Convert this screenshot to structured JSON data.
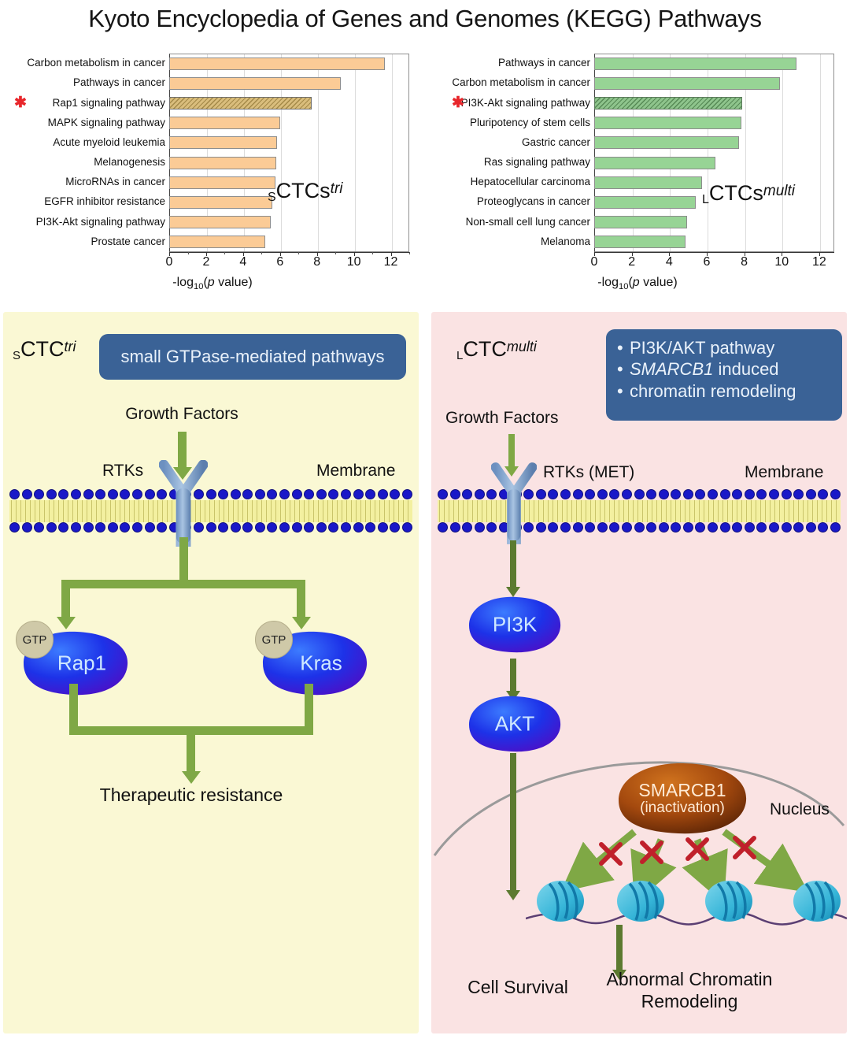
{
  "figure": {
    "title": "Kyoto Encyclopedia of Genes and Genomes (KEGG) Pathways"
  },
  "chart_data": [
    {
      "type": "bar",
      "orientation": "horizontal",
      "id": "sCTCs-tri",
      "title": "",
      "annotation": "sCTCs tri",
      "annotation_pre": "S",
      "annotation_main": "CTCs",
      "annotation_sup": "tri",
      "xlabel": "-log10(p value)",
      "ylabel": "",
      "xlim": [
        0,
        13
      ],
      "xticks": [
        0,
        2,
        4,
        6,
        8,
        10,
        12
      ],
      "grid": true,
      "bar_color": "#FBCB96",
      "highlight_color": "#D9BD7C",
      "star_color": "#E8262B",
      "categories": [
        "Carbon metabolism in cancer",
        "Pathways in cancer",
        "Rap1 signaling pathway",
        "MAPK signaling pathway",
        "Acute myeloid leukemia",
        "Melanogenesis",
        "MicroRNAs in cancer",
        "EGFR inhibitor resistance",
        "PI3K-Akt signaling pathway",
        "Prostate cancer"
      ],
      "values": [
        11.7,
        9.3,
        7.7,
        6.0,
        5.85,
        5.8,
        5.75,
        5.6,
        5.5,
        5.2
      ],
      "starred": [
        false,
        false,
        true,
        false,
        false,
        false,
        false,
        false,
        false,
        false
      ],
      "hatched": [
        false,
        false,
        true,
        false,
        false,
        false,
        false,
        false,
        false,
        false
      ]
    },
    {
      "type": "bar",
      "orientation": "horizontal",
      "id": "LCTCs-multi",
      "title": "",
      "annotation": "LCTCs multi",
      "annotation_pre": "L",
      "annotation_main": "CTCs",
      "annotation_sup": "multi",
      "xlabel": "-log10(p value)",
      "ylabel": "",
      "xlim": [
        0,
        12.8
      ],
      "xticks": [
        0,
        2,
        4,
        6,
        8,
        10,
        12
      ],
      "grid": true,
      "bar_color": "#97D495",
      "highlight_color": "#8EC48C",
      "star_color": "#E8262B",
      "categories": [
        "Pathways in cancer",
        "Carbon metabolism in cancer",
        "PI3K-Akt signaling pathway",
        "Pluripotency of stem cells",
        "Gastric cancer",
        "Ras signaling pathway",
        "Hepatocellular carcinoma",
        "Proteoglycans in cancer",
        "Non-small cell lung cancer",
        "Melanoma"
      ],
      "values": [
        10.8,
        9.9,
        7.9,
        7.85,
        7.7,
        6.45,
        5.75,
        5.4,
        4.95,
        4.85
      ],
      "starred": [
        false,
        false,
        true,
        false,
        false,
        false,
        false,
        false,
        false,
        false
      ],
      "hatched": [
        false,
        false,
        true,
        false,
        false,
        false,
        false,
        false,
        false,
        false
      ]
    }
  ],
  "axis": {
    "label_prefix": "-log",
    "label_sub": "10",
    "label_open": "(",
    "label_italic": "p",
    "label_rest": " value)"
  },
  "panel_left": {
    "background": "#FAF8D4",
    "tag_pre": "S",
    "tag_main": "CTC",
    "tag_sup": "tri",
    "callout": "small GTPase-mediated pathways",
    "callout_color": "#3A6296",
    "growth_factors": "Growth Factors",
    "rtks": "RTKs",
    "membrane": "Membrane",
    "protein_left": "Rap1",
    "protein_right": "Kras",
    "gtp_label": "GTP",
    "outcome": "Therapeutic resistance"
  },
  "panel_right": {
    "background": "#FAE3E3",
    "tag_pre": "L",
    "tag_main": "CTC",
    "tag_sup": "multi",
    "callout_items": [
      "PI3K/AKT pathway",
      "SMARCB1 induced",
      "chromatin remodeling"
    ],
    "callout_item1": "PI3K/AKT pathway",
    "callout_item2_italic": "SMARCB1",
    "callout_item2_rest": " induced",
    "callout_item2_cont": "chromatin remodeling",
    "callout_color": "#3A6296",
    "growth_factors": "Growth Factors",
    "rtks": "RTKs (",
    "rtks_met": "MET",
    "rtks_close": ")",
    "membrane": "Membrane",
    "pi3k": "PI3K",
    "akt": "AKT",
    "smarcb1": "SMARCB1",
    "smarcb1_sub": "(inactivation)",
    "nucleus": "Nucleus",
    "outcome_left": "Cell Survival",
    "outcome_right_line1": "Abnormal Chromatin",
    "outcome_right_line2": "Remodeling"
  }
}
